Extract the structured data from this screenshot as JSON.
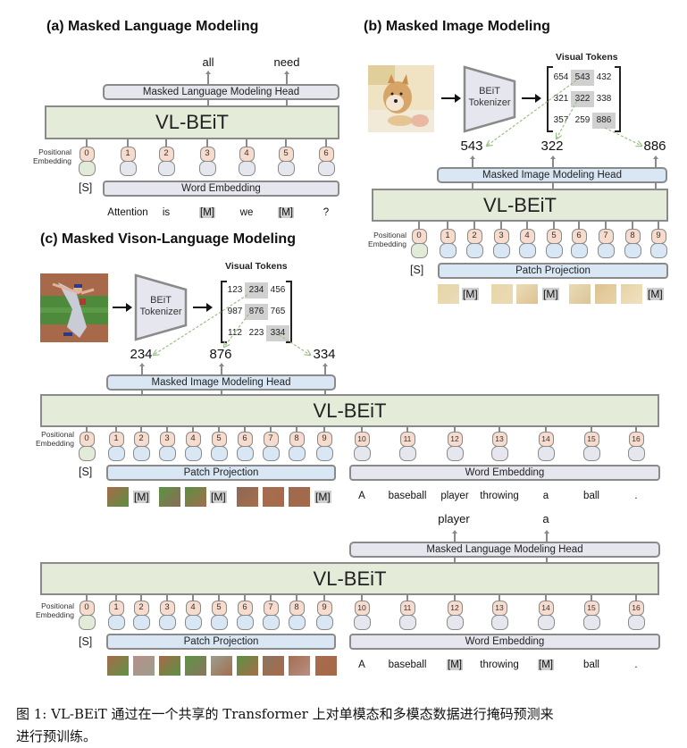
{
  "panels": {
    "a": {
      "title": "(a) Masked Language Modeling",
      "head": "Masked Language Modeling Head",
      "encoder": "VL-BEiT",
      "positional_label": "Positional\nEmbedding",
      "cls_token": "[S]",
      "embedding_bar": "Word Embedding",
      "positions": [
        "0",
        "1",
        "2",
        "3",
        "4",
        "5",
        "6"
      ],
      "input_tokens": [
        {
          "text": "Attention",
          "masked": false
        },
        {
          "text": "is",
          "masked": false
        },
        {
          "text": "[M]",
          "masked": true
        },
        {
          "text": "we",
          "masked": false
        },
        {
          "text": "[M]",
          "masked": true
        },
        {
          "text": "?",
          "masked": false
        }
      ],
      "predictions": [
        "all",
        "need"
      ]
    },
    "b": {
      "title": "(b) Masked Image Modeling",
      "tokenizer": "BEiT\nTokenizer",
      "visual_tokens_title": "Visual Tokens",
      "visual_tokens": [
        [
          "654",
          "543",
          "432"
        ],
        [
          "321",
          "322",
          "338"
        ],
        [
          "357",
          "259",
          "886"
        ]
      ],
      "highlighted": [
        [
          0,
          1
        ],
        [
          1,
          1
        ],
        [
          2,
          2
        ]
      ],
      "predictions": [
        "543",
        "322",
        "886"
      ],
      "head": "Masked Image Modeling Head",
      "encoder": "VL-BEiT",
      "positional_label": "Positional\nEmbedding",
      "cls_token": "[S]",
      "embedding_bar": "Patch Projection",
      "positions": [
        "0",
        "1",
        "2",
        "3",
        "4",
        "5",
        "6",
        "7",
        "8",
        "9"
      ],
      "patches": [
        "img",
        "[M]",
        "img",
        "img",
        "[M]",
        "img",
        "img",
        "img",
        "[M]"
      ]
    },
    "c": {
      "title": "(c) Masked Vison-Language Modeling",
      "tokenizer": "BEiT\nTokenizer",
      "visual_tokens_title": "Visual Tokens",
      "visual_tokens": [
        [
          "123",
          "234",
          "456"
        ],
        [
          "987",
          "876",
          "765"
        ],
        [
          "112",
          "223",
          "334"
        ]
      ],
      "highlighted": [
        [
          0,
          1
        ],
        [
          1,
          1
        ],
        [
          2,
          2
        ]
      ],
      "predictions": [
        "234",
        "876",
        "334"
      ],
      "head": "Masked Image Modeling Head",
      "encoder": "VL-BEiT",
      "positional_label": "Positional\nEmbedding",
      "cls_token": "[S]",
      "patch_bar": "Patch Projection",
      "word_bar": "Word Embedding",
      "image_positions": [
        "0",
        "1",
        "2",
        "3",
        "4",
        "5",
        "6",
        "7",
        "8",
        "9"
      ],
      "text_positions": [
        "10",
        "11",
        "12",
        "13",
        "14",
        "15",
        "16"
      ],
      "patches": [
        "img",
        "[M]",
        "img",
        "img",
        "[M]",
        "img",
        "img",
        "img",
        "[M]"
      ],
      "text_tokens": [
        {
          "text": "A",
          "masked": false
        },
        {
          "text": "baseball",
          "masked": false
        },
        {
          "text": "player",
          "masked": false
        },
        {
          "text": "throwing",
          "masked": false
        },
        {
          "text": "a",
          "masked": false
        },
        {
          "text": "ball",
          "masked": false
        },
        {
          "text": ".",
          "masked": false
        }
      ]
    },
    "d": {
      "head": "Masked Language Modeling Head",
      "predictions": [
        "player",
        "a"
      ],
      "encoder": "VL-BEiT",
      "positional_label": "Positional\nEmbedding",
      "cls_token": "[S]",
      "patch_bar": "Patch Projection",
      "word_bar": "Word Embedding",
      "image_positions": [
        "0",
        "1",
        "2",
        "3",
        "4",
        "5",
        "6",
        "7",
        "8",
        "9"
      ],
      "text_positions": [
        "10",
        "11",
        "12",
        "13",
        "14",
        "15",
        "16"
      ],
      "patches": [
        "img",
        "img",
        "img",
        "img",
        "img",
        "img",
        "img",
        "img",
        "img"
      ],
      "text_tokens": [
        {
          "text": "A",
          "masked": false
        },
        {
          "text": "baseball",
          "masked": false
        },
        {
          "text": "[M]",
          "masked": true
        },
        {
          "text": "throwing",
          "masked": false
        },
        {
          "text": "[M]",
          "masked": true
        },
        {
          "text": "ball",
          "masked": false
        },
        {
          "text": ".",
          "masked": false
        }
      ]
    }
  },
  "caption": {
    "line1": "图 1:  VL-BEiT 通过在一个共享的 Transformer 上对单模态和多模态数据进行掩码预测来",
    "line2": "进行预训练。"
  },
  "colors": {
    "encoder_fill": "#e4ecd9",
    "image_head_fill": "#d9e6f4",
    "language_head_fill": "#e6e6ef",
    "position_fill": "#f7dccd",
    "mask_fill": "#cfcfcf",
    "dashed_arrow": "#9bbf86"
  }
}
